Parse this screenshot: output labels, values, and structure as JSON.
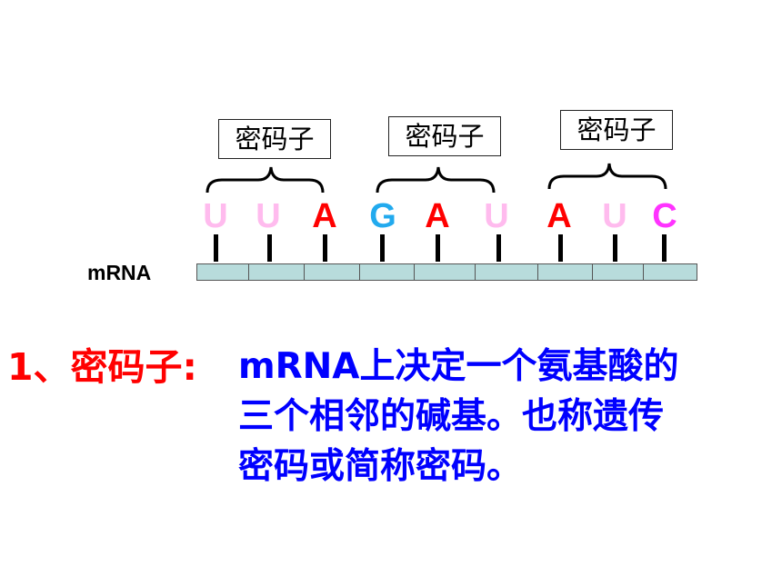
{
  "codon_labels": [
    "密码子",
    "密码子",
    "密码子"
  ],
  "bases": [
    {
      "letter": "U",
      "color": "#ffbbee"
    },
    {
      "letter": "U",
      "color": "#ffbbee"
    },
    {
      "letter": "A",
      "color": "#ff0000"
    },
    {
      "letter": "G",
      "color": "#22aaee"
    },
    {
      "letter": "A",
      "color": "#ff0000"
    },
    {
      "letter": "U",
      "color": "#ffbbee"
    },
    {
      "letter": "A",
      "color": "#ff0000"
    },
    {
      "letter": "U",
      "color": "#ffbbee"
    },
    {
      "letter": "C",
      "color": "#ff33ff"
    }
  ],
  "mrna_label": "mRNA",
  "definition": {
    "term": "1、密码子:",
    "lines": [
      "mRNA上决定一个氨基酸的",
      "三个相邻的碱基。也称遗传",
      "密码或简称密码。"
    ]
  },
  "colors": {
    "term": "#ff0000",
    "definition": "#0000ff",
    "strand": "#b8dcdc"
  }
}
